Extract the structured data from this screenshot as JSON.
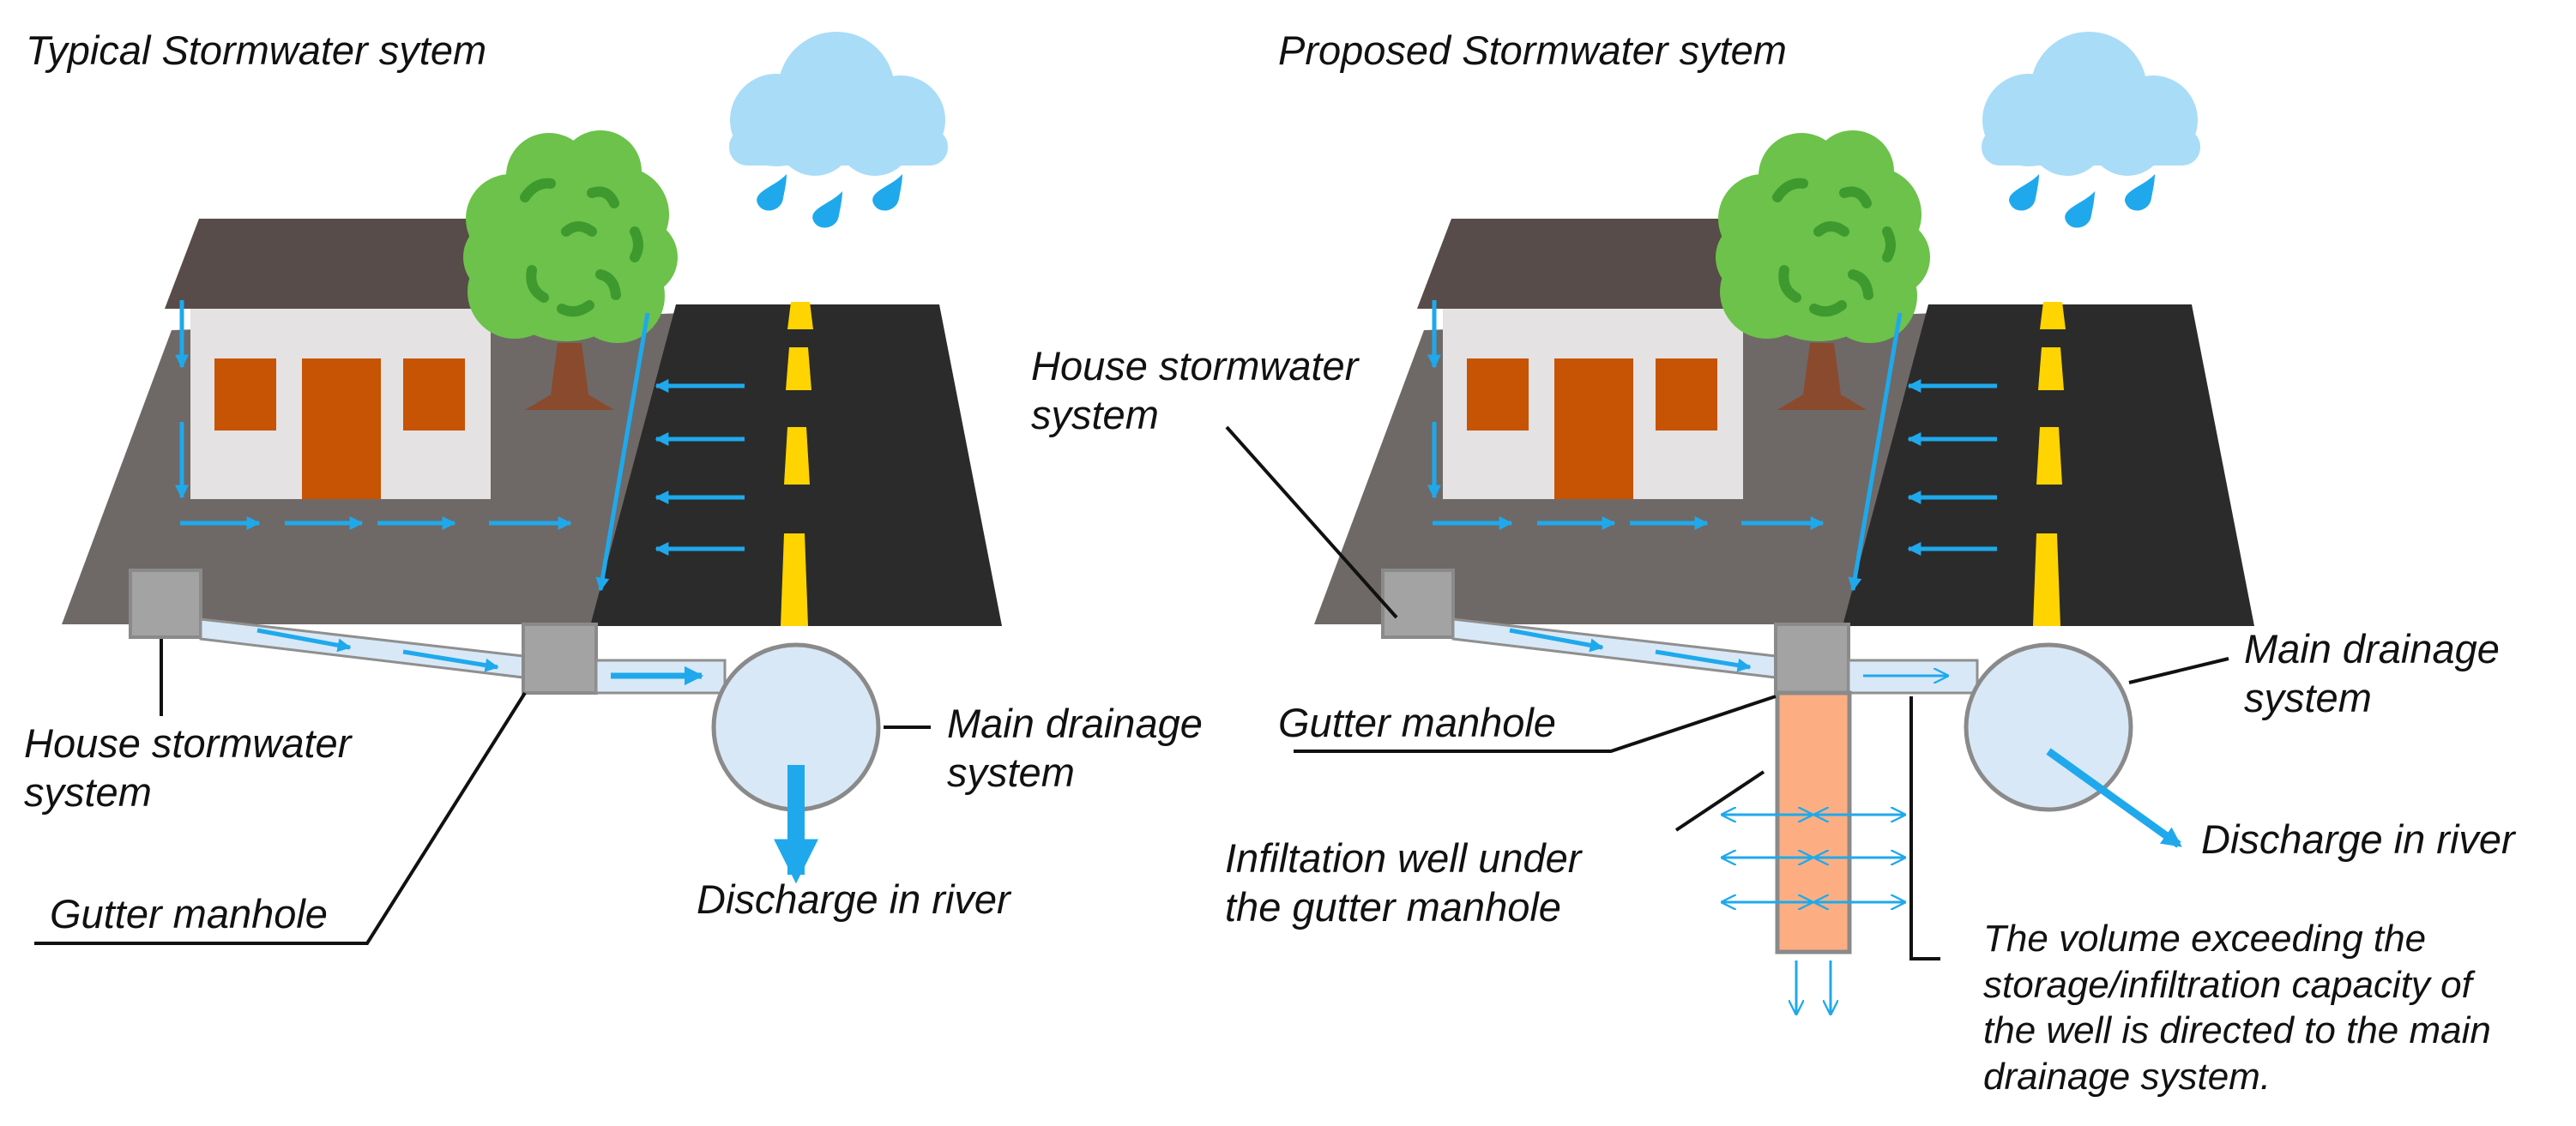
{
  "colors": {
    "water": "#1FA9EC",
    "road": "#2B2B2B",
    "ground": "#6E6966",
    "roof": "#574C49",
    "wall": "#E4E2E2",
    "door_window": "#C75305",
    "lane_marking": "#FFD400",
    "tree": "#6CC24A",
    "tree_dark": "#3E9A2E",
    "trunk": "#8A4A2E",
    "cloud": "#A9DCF7",
    "pipe_fill": "#D8E8F6",
    "manhole": "#A3A3A3",
    "well_fill": "#FCAE82"
  },
  "left": {
    "title": "Typical Stormwater sytem",
    "label_house_stormwater": [
      "House stormwater",
      "system"
    ],
    "label_gutter_manhole": "Gutter manhole",
    "label_main_drainage": [
      "Main drainage",
      "system"
    ],
    "label_discharge": "Discharge in river"
  },
  "right": {
    "title": "Proposed Stormwater sytem",
    "label_house_stormwater": [
      "House stormwater",
      "system"
    ],
    "label_gutter_manhole": "Gutter manhole",
    "label_main_drainage": [
      "Main drainage",
      "system"
    ],
    "label_discharge": "Discharge in river",
    "label_infiltration_well": [
      "Infiltation well under",
      "the gutter manhole"
    ],
    "note": [
      "The volume exceeding the",
      "storage/infiltration capacity of",
      "the well is directed to the main",
      "drainage system."
    ]
  },
  "icons": {
    "cloud": "rain-cloud-icon",
    "tree": "tree-icon",
    "house": "house-icon"
  }
}
